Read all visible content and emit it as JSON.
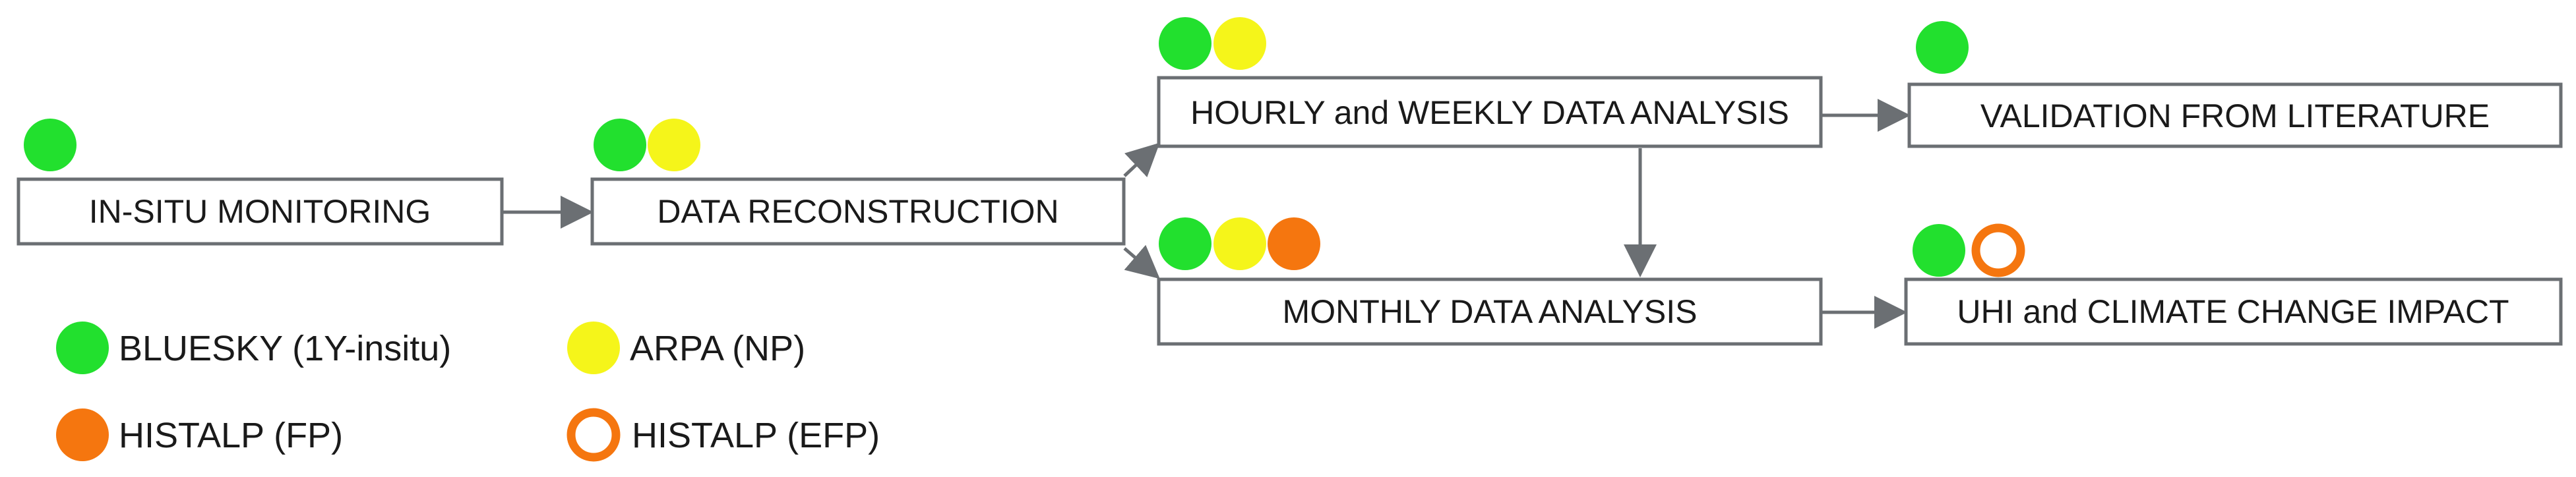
{
  "colors": {
    "green": "#22e02e",
    "yellow": "#f5f51a",
    "orange": "#f5760f",
    "box_stroke": "#6b6f73",
    "arrow": "#6b6f73",
    "text": "#1a1a1a"
  },
  "boxes": {
    "insitu": {
      "label": "IN-SITU MONITORING",
      "dots": [
        "green"
      ]
    },
    "reconstruction": {
      "label": "DATA RECONSTRUCTION",
      "dots": [
        "green",
        "yellow"
      ]
    },
    "hourly_weekly": {
      "label": "HOURLY and WEEKLY DATA ANALYSIS",
      "dots": [
        "green",
        "yellow"
      ]
    },
    "monthly": {
      "label": "MONTHLY DATA ANALYSIS",
      "dots": [
        "green",
        "yellow",
        "orange"
      ]
    },
    "validation": {
      "label": "VALIDATION FROM LITERATURE",
      "dots": [
        "green"
      ]
    },
    "uhi": {
      "label": "UHI and CLIMATE CHANGE IMPACT",
      "dots": [
        "green",
        "orange-ring"
      ]
    }
  },
  "legend": [
    {
      "label": "BLUESKY (1Y-insitu)",
      "marker": "green"
    },
    {
      "label": "ARPA (NP)",
      "marker": "yellow"
    },
    {
      "label": "HISTALP (FP)",
      "marker": "orange"
    },
    {
      "label": "HISTALP (EFP)",
      "marker": "orange-ring"
    }
  ]
}
